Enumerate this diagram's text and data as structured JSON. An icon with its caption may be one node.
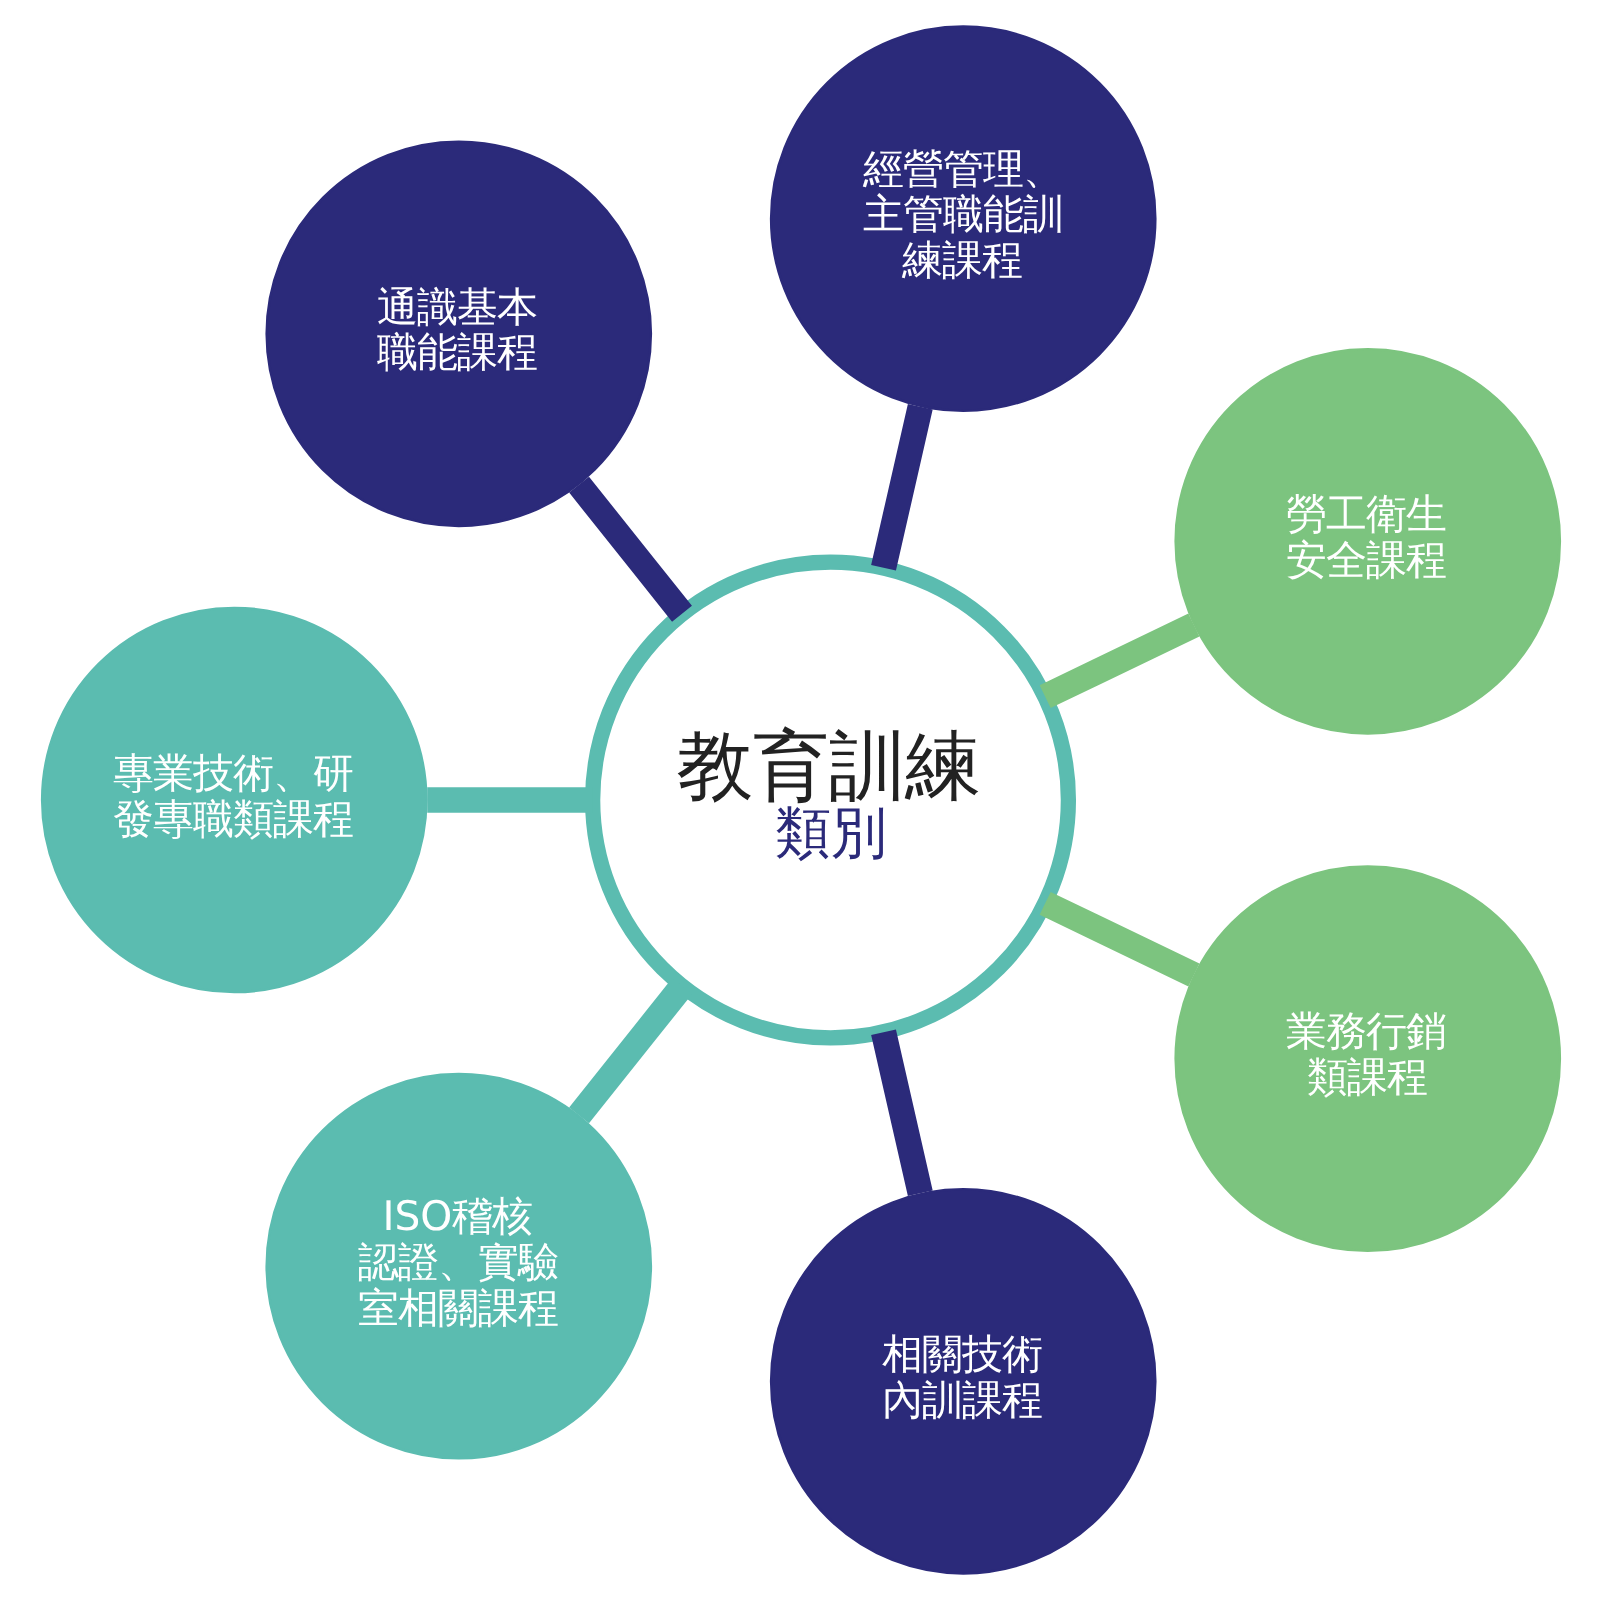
{
  "diagram": {
    "nodes": [
      {
        "text": [
          "教育訓練",
          "類別"
        ]
      },
      {
        "text": [
          "勞工衛生安全課程"
        ]
      },
      {
        "text": [
          "經營管理、主管職能訓練課程"
        ]
      },
      {
        "text": [
          "通識基本職能課程"
        ]
      },
      {
        "text": [
          "專業技術、研發專職類課程"
        ]
      },
      {
        "text": [
          "ISO稽核認證、實驗室相關課程"
        ]
      },
      {
        "text": [
          "相關技術內訓課程"
        ]
      },
      {
        "text": [
          "業務行銷類課程"
        ]
      }
    ],
    "edges": [
      {
        "from": 0,
        "to": 1,
        "arrow": "none",
        "color": "#7cc47f"
      },
      {
        "from": 0,
        "to": 3,
        "arrow": "none"
      },
      {
        "from": 0,
        "to": 5,
        "arrow": "none",
        "color": "#5bbcb0"
      },
      {
        "from": 0,
        "to": 7,
        "arrow": "none",
        "color": "#7cc47f"
      },
      {
        "from": 0,
        "to": 6,
        "arrow": "none"
      },
      {
        "from": 0,
        "to": 4,
        "arrow": "none",
        "color": "#5bbcb0"
      },
      {
        "from": 0,
        "to": 2,
        "arrow": "none"
      }
    ]
  }
}
